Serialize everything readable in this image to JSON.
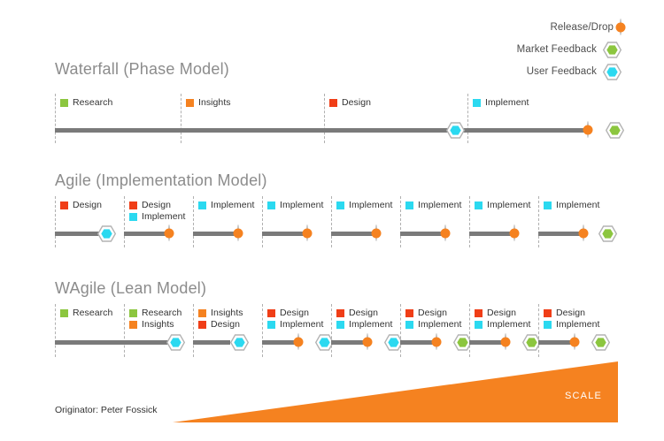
{
  "legend": {
    "items": [
      {
        "label": "Release/Drop",
        "marker": "circle-orange",
        "icon": "release-drop-icon"
      },
      {
        "label": "Market Feedback",
        "marker": "hex-green",
        "icon": "market-feedback-icon"
      },
      {
        "label": "User Feedback",
        "marker": "hex-cyan",
        "icon": "user-feedback-icon"
      }
    ]
  },
  "colors": {
    "orange": "#F58220",
    "orange_bright": "#FF7F11",
    "green": "#8CC63F",
    "cyan": "#2BD9F0",
    "red": "#F03E17",
    "bar_grey": "#7A7A7A",
    "title_grey": "#8C8C8C",
    "divider_grey": "#B0B0B0",
    "wedge_orange": "#F58220"
  },
  "sections": [
    {
      "title": "Waterfall (Phase Model)",
      "name": "waterfall",
      "labels": [
        {
          "text": "Research",
          "swatch": "green"
        },
        {
          "text": "Insights",
          "swatch": "orange"
        },
        {
          "text": "Design",
          "swatch": "red"
        },
        {
          "text": "Implement",
          "swatch": "cyan"
        }
      ]
    },
    {
      "title": "Agile (Implementation Model)",
      "name": "agile",
      "columns": [
        {
          "labels": [
            {
              "text": "Design",
              "swatch": "red"
            }
          ]
        },
        {
          "labels": [
            {
              "text": "Design",
              "swatch": "red"
            },
            {
              "text": "Implement",
              "swatch": "cyan"
            }
          ]
        },
        {
          "labels": [
            {
              "text": "Implement",
              "swatch": "cyan"
            }
          ]
        },
        {
          "labels": [
            {
              "text": "Implement",
              "swatch": "cyan"
            }
          ]
        },
        {
          "labels": [
            {
              "text": "Implement",
              "swatch": "cyan"
            }
          ]
        },
        {
          "labels": [
            {
              "text": "Implement",
              "swatch": "cyan"
            }
          ]
        },
        {
          "labels": [
            {
              "text": "Implement",
              "swatch": "cyan"
            }
          ]
        },
        {
          "labels": [
            {
              "text": "Implement",
              "swatch": "cyan"
            }
          ]
        }
      ]
    },
    {
      "title": "WAgile (Lean Model)",
      "name": "wagile",
      "columns": [
        {
          "labels": [
            {
              "text": "Research",
              "swatch": "green"
            }
          ]
        },
        {
          "labels": [
            {
              "text": "Research",
              "swatch": "green"
            },
            {
              "text": "Insights",
              "swatch": "orange"
            }
          ]
        },
        {
          "labels": [
            {
              "text": "Insights",
              "swatch": "orange"
            },
            {
              "text": "Design",
              "swatch": "red"
            }
          ]
        },
        {
          "labels": [
            {
              "text": "Design",
              "swatch": "red"
            },
            {
              "text": "Implement",
              "swatch": "cyan"
            }
          ]
        },
        {
          "labels": [
            {
              "text": "Design",
              "swatch": "red"
            },
            {
              "text": "Implement",
              "swatch": "cyan"
            }
          ]
        },
        {
          "labels": [
            {
              "text": "Design",
              "swatch": "red"
            },
            {
              "text": "Implement",
              "swatch": "cyan"
            }
          ]
        },
        {
          "labels": [
            {
              "text": "Design",
              "swatch": "red"
            },
            {
              "text": "Implement",
              "swatch": "cyan"
            }
          ]
        },
        {
          "labels": [
            {
              "text": "Design",
              "swatch": "red"
            },
            {
              "text": "Implement",
              "swatch": "cyan"
            }
          ]
        }
      ]
    }
  ],
  "footer": {
    "originator": "Originator: Peter Fossick",
    "scale_label": "SCALE"
  }
}
